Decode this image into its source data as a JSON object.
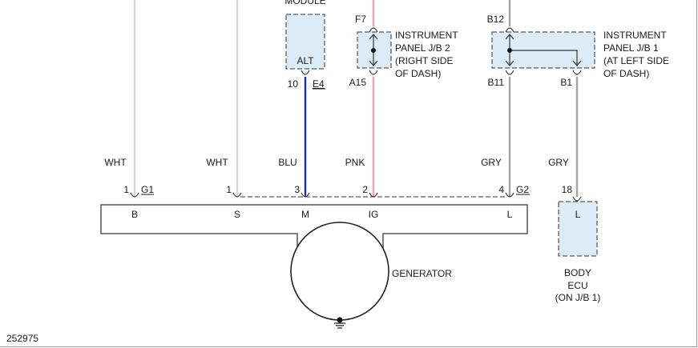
{
  "colors": {
    "wire_wht": "#d9d9d9",
    "wire_blu": "#1f2fa8",
    "wire_pnk": "#e9a2b6",
    "wire_gry": "#a6a6a6",
    "box_fill": "#dcecf8",
    "line": "#333333"
  },
  "alt_module": {
    "title": "MODULE",
    "label": "ALT",
    "pin": "10",
    "connector": "E4"
  },
  "jb2": {
    "top_pin": "F7",
    "bottom_pin": "A15",
    "label_lines": [
      "INSTRUMENT",
      "PANEL J/B 2",
      "(RIGHT SIDE",
      "OF DASH)"
    ]
  },
  "jb1": {
    "top_pin": "B12",
    "bottom_left_pin": "B11",
    "bottom_right_pin": "B1",
    "label_lines": [
      "INSTRUMENT",
      "PANEL J/B 1",
      "(AT LEFT SIDE",
      "OF DASH)"
    ]
  },
  "wires": {
    "wht1": "WHT",
    "wht2": "WHT",
    "blu": "BLU",
    "pnk": "PNK",
    "gry1": "GRY",
    "gry2": "GRY"
  },
  "generator": {
    "label": "GENERATOR",
    "connector": "G1",
    "connector2": "G2",
    "pins": [
      {
        "num": "1",
        "name": "B"
      },
      {
        "num": "1",
        "name": "S"
      },
      {
        "num": "3",
        "name": "M"
      },
      {
        "num": "2",
        "name": "IG"
      },
      {
        "num": "4",
        "name": "L"
      }
    ]
  },
  "body_ecu": {
    "pin": "18",
    "label": "L",
    "name_lines": [
      "BODY",
      "ECU",
      "(ON J/B 1)"
    ]
  },
  "figure_id": "252975"
}
